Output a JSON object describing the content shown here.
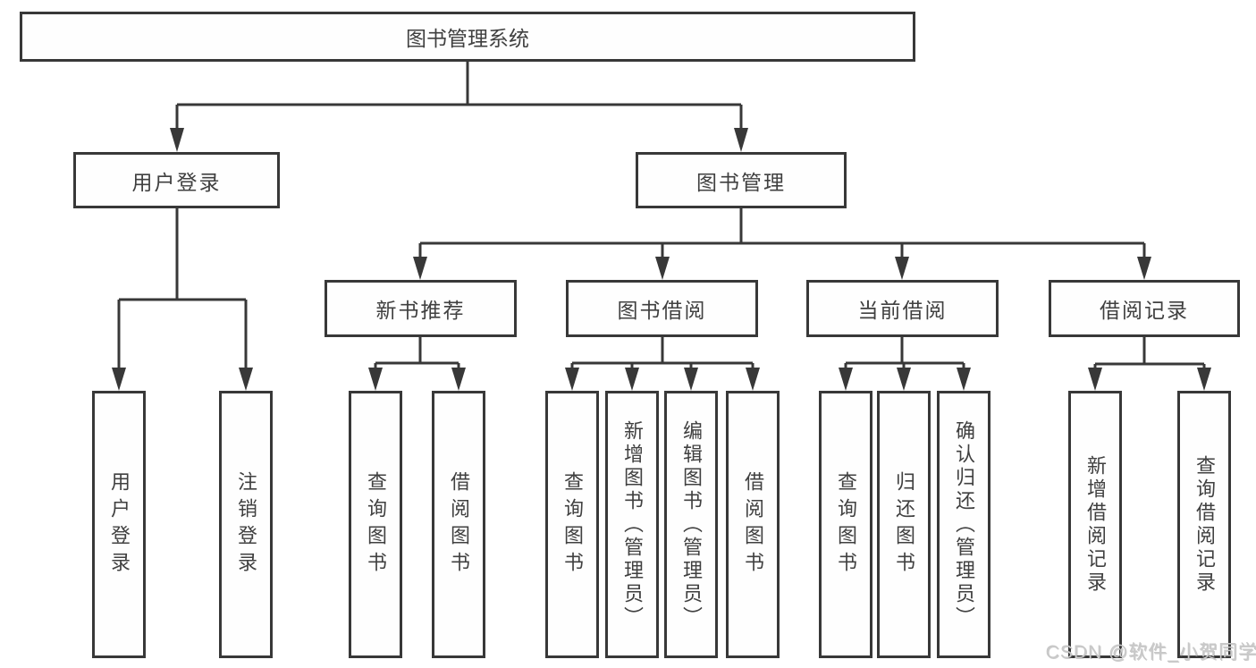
{
  "hierarchy": {
    "label": "图书管理系统",
    "children": [
      {
        "label": "用户登录",
        "children": [
          {
            "label": "用户登录"
          },
          {
            "label": "注销登录"
          }
        ]
      },
      {
        "label": "图书管理",
        "children": [
          {
            "label": "新书推荐",
            "children": [
              {
                "label": "查询图书"
              },
              {
                "label": "借阅图书"
              }
            ]
          },
          {
            "label": "图书借阅",
            "children": [
              {
                "label": "查询图书"
              },
              {
                "label": "新增图书（管理员）"
              },
              {
                "label": "编辑图书（管理员）"
              },
              {
                "label": "借阅图书"
              }
            ]
          },
          {
            "label": "当前借阅",
            "children": [
              {
                "label": "查询图书"
              },
              {
                "label": "归还图书"
              },
              {
                "label": "确认归还（管理员）"
              }
            ]
          },
          {
            "label": "借阅记录",
            "children": [
              {
                "label": "新增借阅记录"
              },
              {
                "label": "查询借阅记录"
              }
            ]
          }
        ]
      }
    ]
  },
  "watermark": "CSDN @软件_小贺同学",
  "colors": {
    "line": "#383838",
    "text": "#404040",
    "watermark": "#c8c8c8",
    "background": "#ffffff"
  }
}
